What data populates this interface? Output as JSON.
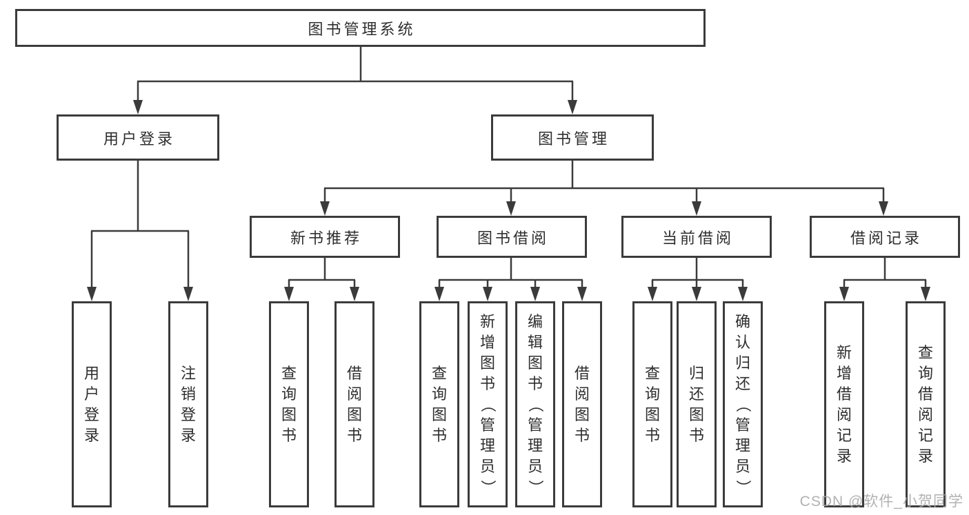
{
  "tree": {
    "root": {
      "label": "图书管理系统"
    },
    "level2": [
      {
        "label": "用户登录",
        "leaves": [
          {
            "label": "用户登录"
          },
          {
            "label": "注销登录"
          }
        ]
      },
      {
        "label": "图书管理",
        "level3": [
          {
            "label": "新书推荐",
            "leaves": [
              {
                "label": "查询图书"
              },
              {
                "label": "借阅图书"
              }
            ]
          },
          {
            "label": "图书借阅",
            "leaves": [
              {
                "label": "查询图书"
              },
              {
                "label": "新增图书（管理员）"
              },
              {
                "label": "编辑图书（管理员）"
              },
              {
                "label": "借阅图书"
              }
            ]
          },
          {
            "label": "当前借阅",
            "leaves": [
              {
                "label": "查询图书"
              },
              {
                "label": "归还图书"
              },
              {
                "label": "确认归还（管理员）"
              }
            ]
          },
          {
            "label": "借阅记录",
            "leaves": [
              {
                "label": "新增借阅记录"
              },
              {
                "label": "查询借阅记录"
              }
            ]
          }
        ]
      }
    ]
  },
  "watermark": {
    "text": "CSDN @软件_小贺同学"
  },
  "colors": {
    "line": "#3b3b3b",
    "box_border": "#3b3b3b",
    "text": "#2e2e2e",
    "watermark": "#a9a9a9",
    "background": "#ffffff"
  }
}
